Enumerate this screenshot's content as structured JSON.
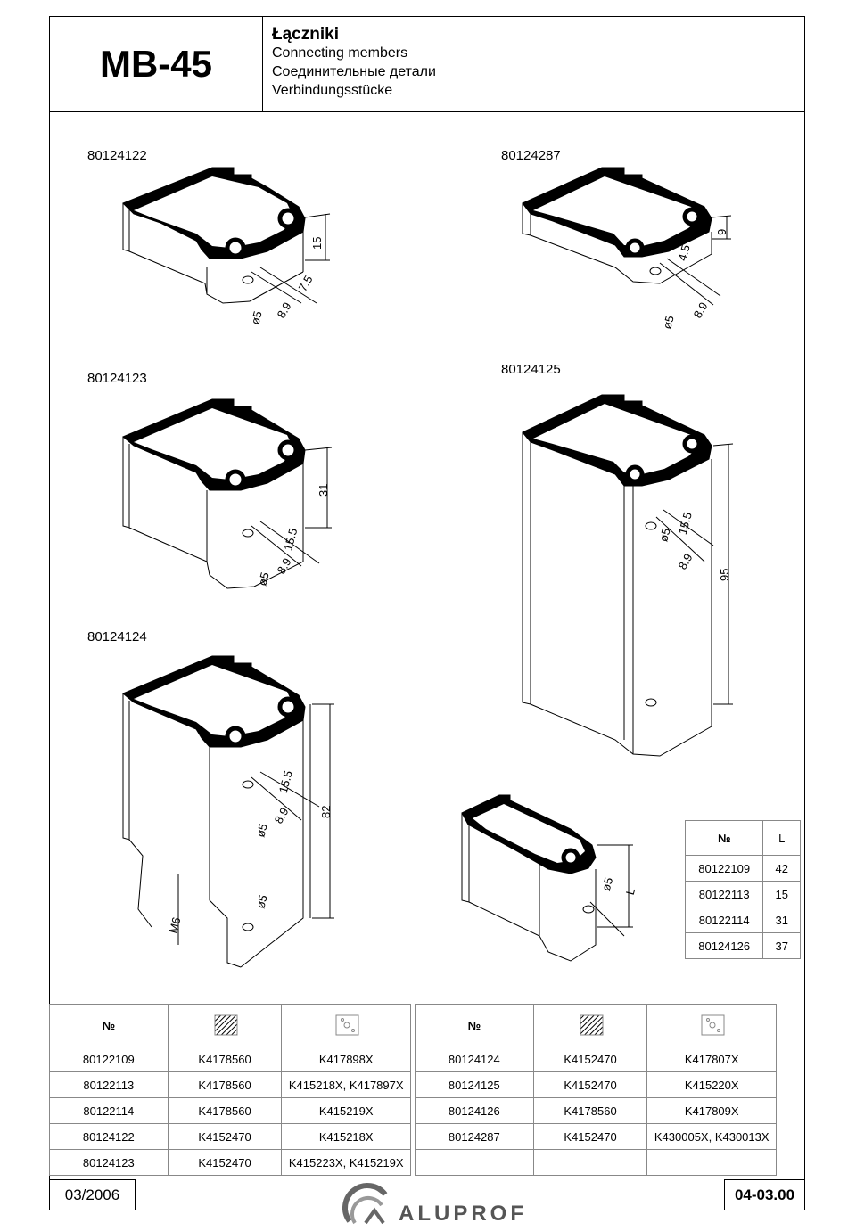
{
  "header": {
    "series": "MB-45",
    "titles": [
      "Łączniki",
      "Connecting members",
      "Соединительные детали",
      "Verbindungsstücke"
    ]
  },
  "profiles": {
    "p1": "80124122",
    "p2": "80124287",
    "p3": "80124123",
    "p4": "80124125",
    "p5": "80124124"
  },
  "dims": {
    "p1": [
      "15",
      "7.5",
      "8.9",
      "ø5"
    ],
    "p2": [
      "9",
      "4.5",
      "8.9",
      "ø5"
    ],
    "p3": [
      "31",
      "15.5",
      "8.9",
      "ø5"
    ],
    "p4": [
      "95",
      "15.5",
      "8.9",
      "ø5"
    ],
    "p5": [
      "82",
      "15.5",
      "8.9",
      "ø5",
      "ø5",
      "M6"
    ],
    "p6": [
      "ø5",
      "L"
    ]
  },
  "length_table": {
    "headers": [
      "№",
      "L"
    ],
    "rows": [
      [
        "80122109",
        "42"
      ],
      [
        "80122113",
        "15"
      ],
      [
        "80122114",
        "31"
      ],
      [
        "80124126",
        "37"
      ]
    ]
  },
  "tool_table_left": {
    "header": "№",
    "rows": [
      [
        "80122109",
        "K4178560",
        "K417898X"
      ],
      [
        "80122113",
        "K4178560",
        "K415218X, K417897X"
      ],
      [
        "80122114",
        "K4178560",
        "K415219X"
      ],
      [
        "80124122",
        "K4152470",
        "K415218X"
      ],
      [
        "80124123",
        "K4152470",
        "K415223X, K415219X"
      ]
    ]
  },
  "tool_table_right": {
    "header": "№",
    "rows": [
      [
        "80124124",
        "K4152470",
        "K417807X"
      ],
      [
        "80124125",
        "K4152470",
        "K415220X"
      ],
      [
        "80124126",
        "K4178560",
        "K417809X"
      ],
      [
        "80124287",
        "K4152470",
        "K430005X, K430013X"
      ]
    ]
  },
  "footer": {
    "date": "03/2006",
    "page": "04-03.00",
    "brand": "ALUPROF"
  }
}
